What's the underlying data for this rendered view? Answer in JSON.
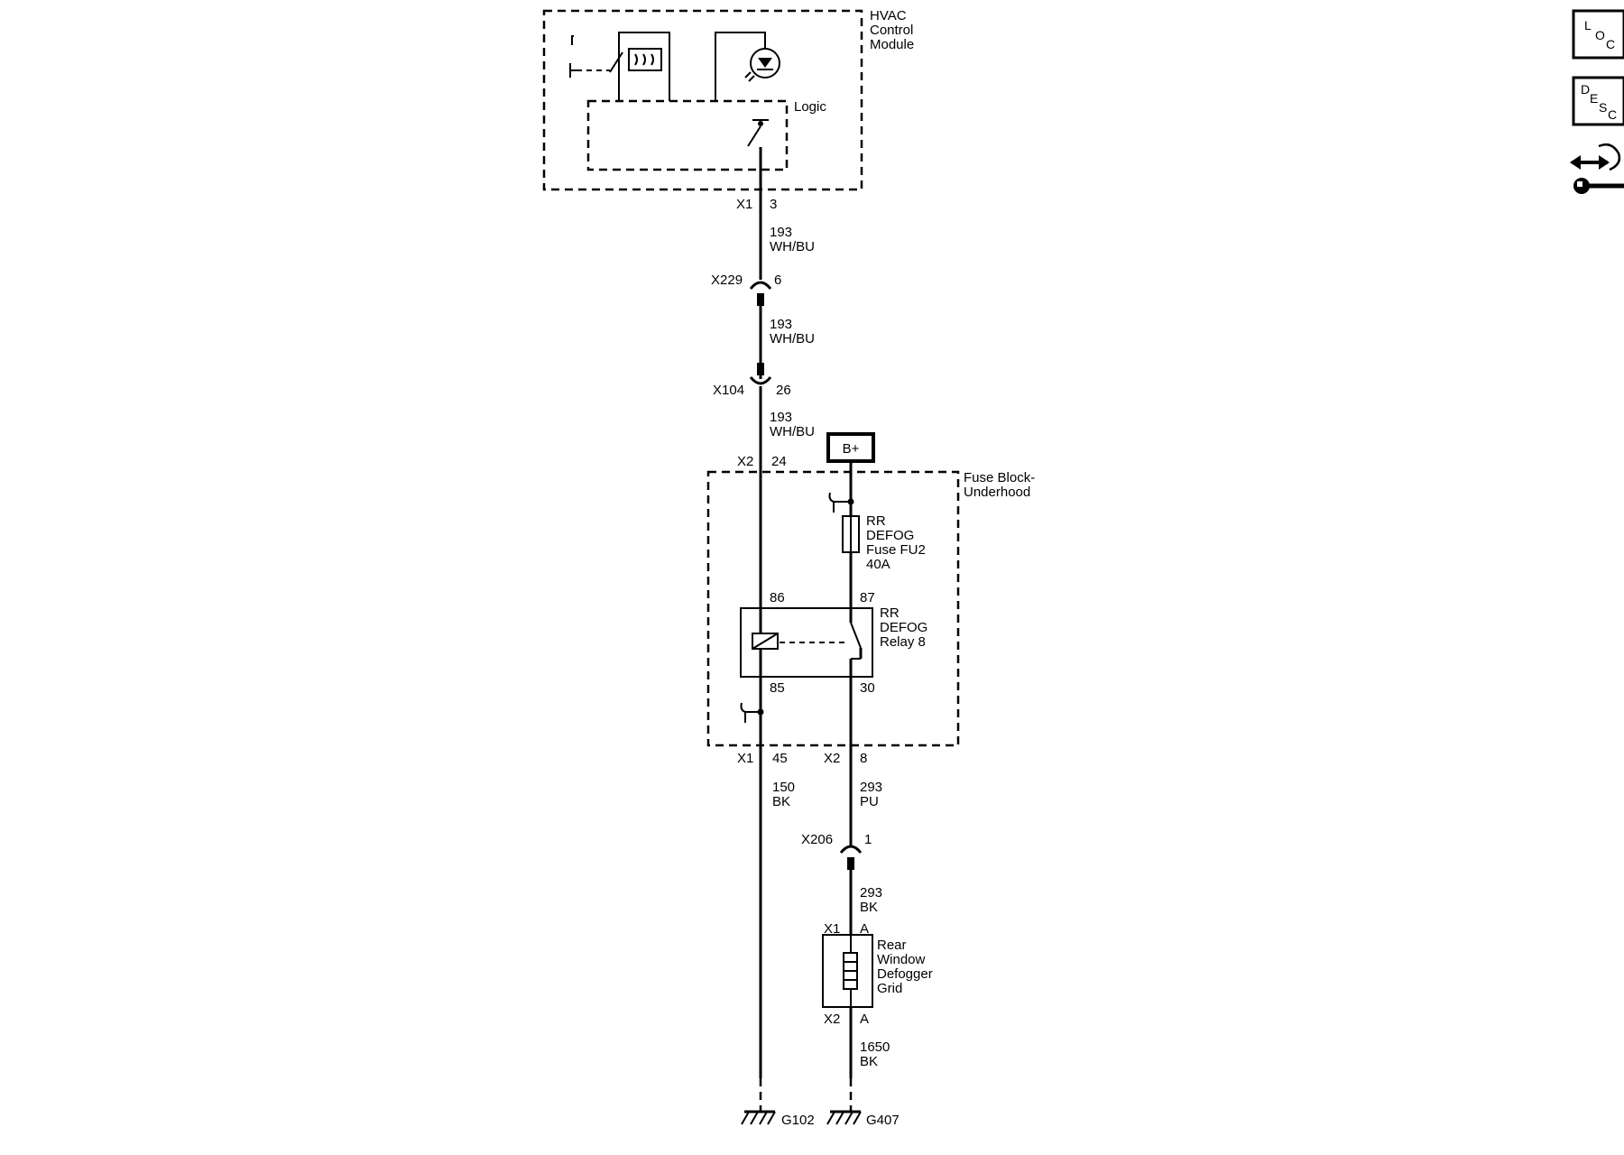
{
  "hvac_module": {
    "title_lines": [
      "HVAC",
      "Control",
      "Module"
    ],
    "logic_label": "Logic",
    "connector": "X1",
    "pin": "3"
  },
  "wire_193_a": {
    "circuit": "193",
    "color": "WH/BU"
  },
  "x229": {
    "connector": "X229",
    "pin": "6"
  },
  "wire_193_b": {
    "circuit": "193",
    "color": "WH/BU"
  },
  "x104": {
    "connector": "X104",
    "pin": "26"
  },
  "wire_193_c": {
    "circuit": "193",
    "color": "WH/BU"
  },
  "fuse_block": {
    "title_lines": [
      "Fuse Block-",
      "Underhood"
    ],
    "top_connector": "X2",
    "top_pin": "24",
    "battery_label": "B+",
    "fuse_lines": [
      "RR",
      "DEFOG",
      "Fuse FU2",
      "40A"
    ],
    "relay_lines": [
      "RR",
      "DEFOG",
      "Relay 8"
    ],
    "relay_pin_86": "86",
    "relay_pin_87": "87",
    "relay_pin_85": "85",
    "relay_pin_30": "30",
    "bottom_left_connector": "X1",
    "bottom_left_pin": "45",
    "bottom_right_connector": "X2",
    "bottom_right_pin": "8"
  },
  "wire_150": {
    "circuit": "150",
    "color": "BK"
  },
  "wire_293_a": {
    "circuit": "293",
    "color": "PU"
  },
  "x206": {
    "connector": "X206",
    "pin": "1"
  },
  "wire_293_b": {
    "circuit": "293",
    "color": "BK"
  },
  "defogger": {
    "name_lines": [
      "Rear",
      "Window",
      "Defogger",
      "Grid"
    ],
    "top_connector": "X1",
    "top_pin": "A",
    "bottom_connector": "X2",
    "bottom_pin": "A"
  },
  "wire_1650": {
    "circuit": "1650",
    "color": "BK"
  },
  "grounds": {
    "left": "G102",
    "right": "G407"
  },
  "side_icons": {
    "loc": {
      "letters": [
        "L",
        "O",
        "C"
      ],
      "icon": "location-icon"
    },
    "desc": {
      "letters": [
        "D",
        "E",
        "S",
        "C"
      ],
      "icon": "description-icon"
    },
    "connector_tool": {
      "icon": "connector-repair-icon"
    }
  }
}
